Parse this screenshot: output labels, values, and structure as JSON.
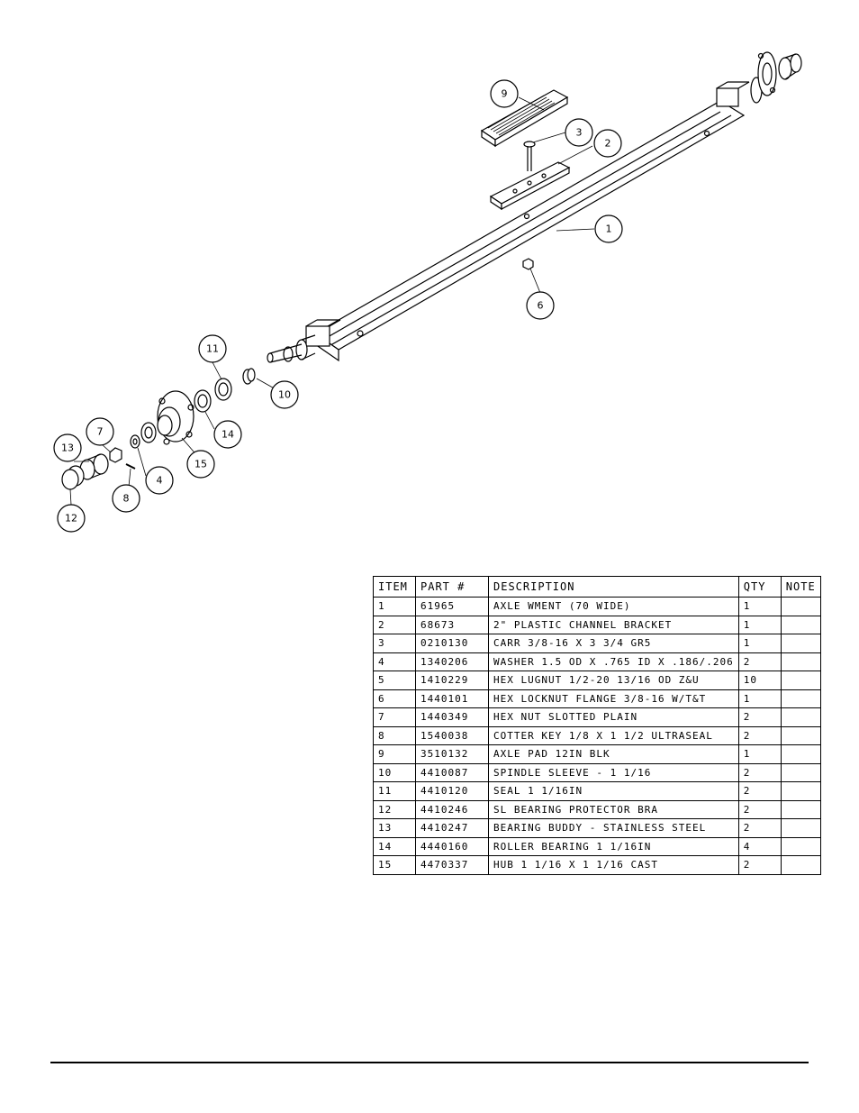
{
  "callouts": [
    {
      "id": "1",
      "label": "1"
    },
    {
      "id": "2",
      "label": "2"
    },
    {
      "id": "3",
      "label": "3"
    },
    {
      "id": "4",
      "label": "4"
    },
    {
      "id": "6",
      "label": "6"
    },
    {
      "id": "7",
      "label": "7"
    },
    {
      "id": "8",
      "label": "8"
    },
    {
      "id": "9",
      "label": "9"
    },
    {
      "id": "10",
      "label": "10"
    },
    {
      "id": "11",
      "label": "11"
    },
    {
      "id": "12",
      "label": "12"
    },
    {
      "id": "13",
      "label": "13"
    },
    {
      "id": "14",
      "label": "14"
    },
    {
      "id": "15",
      "label": "15"
    }
  ],
  "bom": {
    "headers": {
      "item": "ITEM",
      "part": "PART #",
      "description": "DESCRIPTION",
      "qty": "QTY",
      "note": "NOTE"
    },
    "rows": [
      {
        "item": "1",
        "part": "61965",
        "description": "AXLE WMENT (70 WIDE)",
        "qty": "1",
        "note": ""
      },
      {
        "item": "2",
        "part": "68673",
        "description": "2\" PLASTIC CHANNEL BRACKET",
        "qty": "1",
        "note": ""
      },
      {
        "item": "3",
        "part": "0210130",
        "description": "CARR 3/8-16 X 3 3/4 GR5",
        "qty": "1",
        "note": ""
      },
      {
        "item": "4",
        "part": "1340206",
        "description": "WASHER 1.5 OD X .765 ID X .186/.206",
        "qty": "2",
        "note": ""
      },
      {
        "item": "5",
        "part": "1410229",
        "description": "HEX LUGNUT 1/2-20 13/16 OD Z&U",
        "qty": "10",
        "note": ""
      },
      {
        "item": "6",
        "part": "1440101",
        "description": "HEX LOCKNUT FLANGE 3/8-16 W/T&T",
        "qty": "1",
        "note": ""
      },
      {
        "item": "7",
        "part": "1440349",
        "description": "HEX NUT SLOTTED PLAIN",
        "qty": "2",
        "note": ""
      },
      {
        "item": "8",
        "part": "1540038",
        "description": "COTTER KEY 1/8 X 1 1/2 ULTRASEAL",
        "qty": "2",
        "note": ""
      },
      {
        "item": "9",
        "part": "3510132",
        "description": "AXLE PAD 12IN  BLK",
        "qty": "1",
        "note": ""
      },
      {
        "item": "10",
        "part": "4410087",
        "description": "SPINDLE SLEEVE - 1 1/16",
        "qty": "2",
        "note": ""
      },
      {
        "item": "11",
        "part": "4410120",
        "description": "SEAL  1 1/16IN",
        "qty": "2",
        "note": ""
      },
      {
        "item": "12",
        "part": "4410246",
        "description": "SL BEARING PROTECTOR BRA",
        "qty": "2",
        "note": ""
      },
      {
        "item": "13",
        "part": "4410247",
        "description": "BEARING BUDDY - STAINLESS STEEL",
        "qty": "2",
        "note": ""
      },
      {
        "item": "14",
        "part": "4440160",
        "description": "ROLLER BEARING   1 1/16IN",
        "qty": "4",
        "note": ""
      },
      {
        "item": "15",
        "part": "4470337",
        "description": "HUB  1 1/16 X 1 1/16 CAST",
        "qty": "2",
        "note": ""
      }
    ]
  }
}
